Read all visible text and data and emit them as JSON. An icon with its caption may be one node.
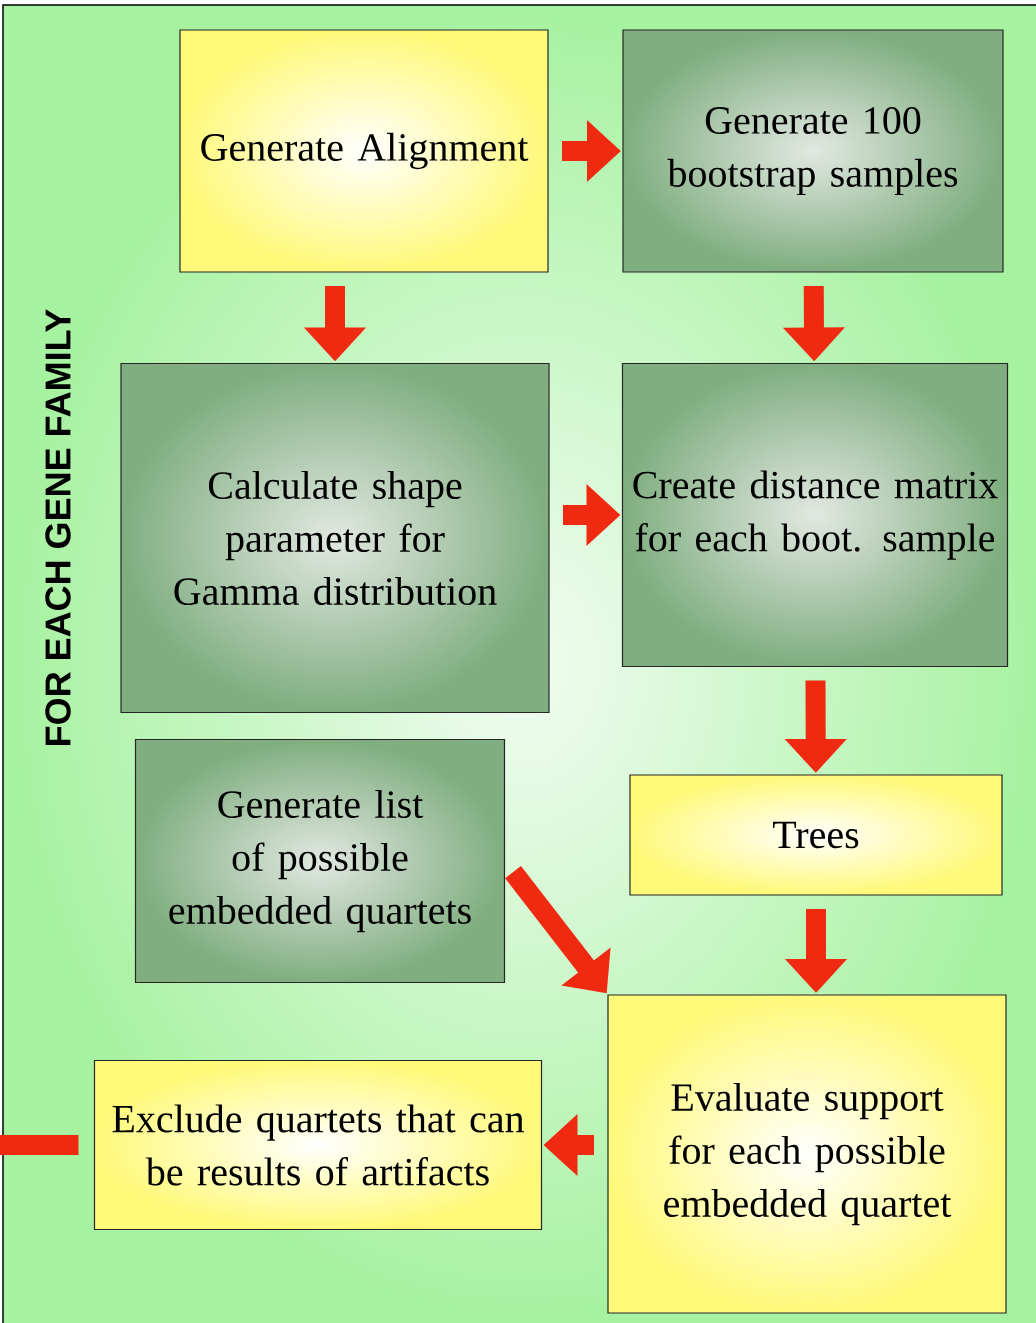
{
  "diagram": {
    "nodes": [
      {
        "text": [
          "FOR EACH GENE FAMILY"
        ]
      },
      {
        "text": [
          "Generate Alignment"
        ],
        "in": 0
      },
      {
        "text": [
          "Generate 100 bootstrap samples"
        ],
        "in": 0
      },
      {
        "text": [
          "Calculate shape parameter for Gamma distribution"
        ],
        "in": 0
      },
      {
        "text": [
          "Create distance matrix for each boot. sample"
        ],
        "in": 0
      },
      {
        "text": [
          "Generate list of possible embedded quartets"
        ],
        "in": 0
      },
      {
        "text": [
          "Trees"
        ],
        "in": 0
      },
      {
        "text": [
          "Evaluate support for each possible embedded quartet"
        ],
        "in": 0
      },
      {
        "text": [
          "Exclude quartets that can be results of artifacts"
        ],
        "in": 0
      }
    ],
    "edges": [
      {
        "from": 1,
        "to": 2,
        "arrow": "to"
      },
      {
        "from": 1,
        "to": 3,
        "arrow": "to"
      },
      {
        "from": 2,
        "to": 4,
        "arrow": "to"
      },
      {
        "from": 3,
        "to": 4,
        "arrow": "to"
      },
      {
        "from": 4,
        "to": 6,
        "arrow": "to"
      },
      {
        "from": 5,
        "to": 7,
        "arrow": "to"
      },
      {
        "from": 6,
        "to": 7,
        "arrow": "to"
      },
      {
        "from": 7,
        "to": 8,
        "arrow": "to"
      },
      {
        "from": 8,
        "to": null,
        "arrow": "none"
      }
    ]
  }
}
